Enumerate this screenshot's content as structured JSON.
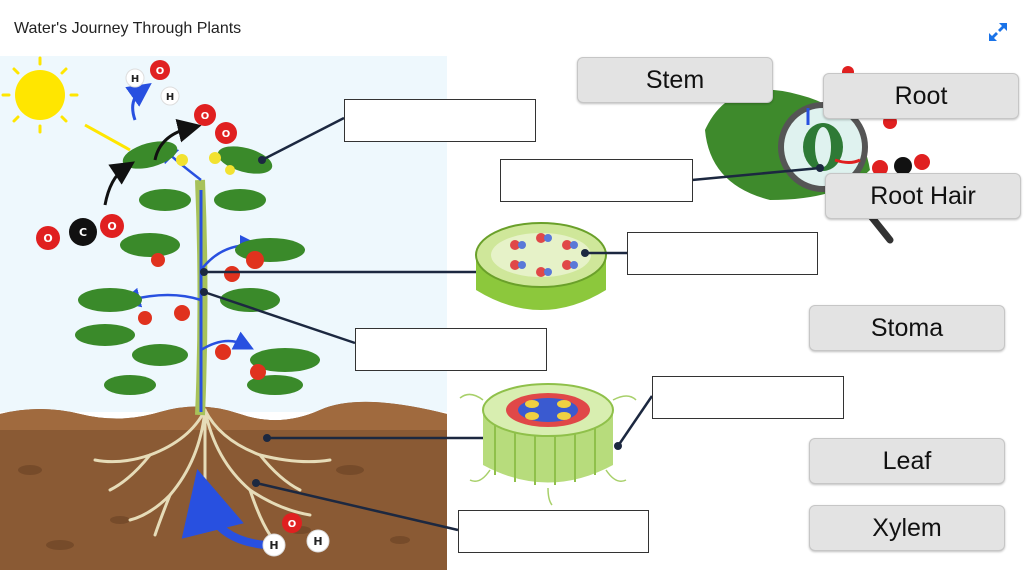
{
  "title": "Water's Journey Through Plants",
  "labels": {
    "stem": "Stem",
    "root": "Root",
    "root_hair": "Root Hair",
    "stoma": "Stoma",
    "leaf": "Leaf",
    "xylem": "Xylem"
  },
  "molecules": {
    "hydrogen": "H",
    "oxygen": "O",
    "carbon": "C"
  },
  "icons": {
    "expand": "expand-icon"
  },
  "colors": {
    "accent": "#1a73e8",
    "oxygen_atom": "#e02020",
    "carbon_atom": "#111111",
    "chip_bg": "#e3e3e3",
    "soil": "#8a5a34",
    "sky": "#eef8fd",
    "sun": "#ffe600",
    "arrow_blue": "#2850e0"
  }
}
